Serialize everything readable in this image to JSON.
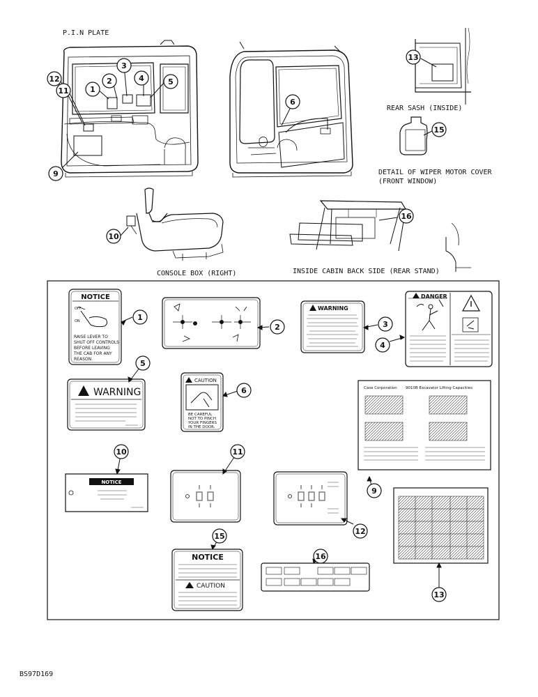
{
  "labels": {
    "pin_plate": "P.I.N PLATE",
    "rear_sash": "REAR SASH (INSIDE)",
    "wiper_detail_1": "DETAIL OF WIPER MOTOR COVER",
    "wiper_detail_2": "(FRONT WINDOW)",
    "console_box": "CONSOLE BOX (RIGHT)",
    "inside_cabin": "INSIDE CABIN BACK SIDE (REAR STAND)",
    "drawing_code": "BS97D169"
  },
  "callouts": [
    "1",
    "2",
    "3",
    "4",
    "5",
    "6",
    "9",
    "10",
    "11",
    "12",
    "13",
    "15",
    "16"
  ],
  "decals": {
    "d1": {
      "title": "NOTICE",
      "off": "OFF",
      "on": "ON",
      "line1": "RAISE LEVER TO",
      "line2": "SHUT OFF CONTROLS",
      "line3": "BEFORE LEAVING",
      "line4": "THE CAB FOR ANY",
      "line5": "REASON."
    },
    "d3": {
      "title": "WARNING"
    },
    "d4": {
      "title": "DANGER"
    },
    "d5": {
      "title": "WARNING"
    },
    "d6": {
      "title": "CAUTION",
      "line1": "BE CAREFUL",
      "line2": "NOT TO PINCH",
      "line3": "YOUR FINGERS",
      "line4": "IN THE DOOR."
    },
    "d9": {
      "line1": "Case Corporation",
      "line2": "9010B Excavator Lifting Capacities"
    },
    "d10": {
      "title": "NOTICE"
    },
    "d15": {
      "title1": "NOTICE",
      "title2": "CAUTION"
    }
  }
}
